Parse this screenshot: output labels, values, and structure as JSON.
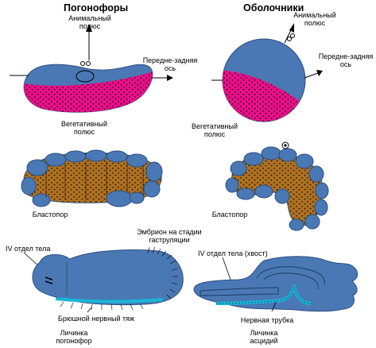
{
  "headers": {
    "left": "Погонофоры",
    "right": "Оболочники"
  },
  "labels": {
    "animal_pole_left": [
      "Анимальный",
      "полюс"
    ],
    "animal_pole_right": [
      "Анимальный",
      "полюс"
    ],
    "ap_axis_left": [
      "Передне-задняя",
      "ось"
    ],
    "ap_axis_right": [
      "Передне-задняя",
      "ось"
    ],
    "vegetal_pole_left": [
      "Вегетативный",
      "полюс"
    ],
    "vegetal_pole_right": [
      "Вегетативный",
      "полюс"
    ],
    "blastopore_left": "Бластопор",
    "blastopore_right": "Бластопор",
    "gastrula_embryo": [
      "Эмбрион на стадии",
      "гаструляции"
    ],
    "segment_iv_left": "IV отдел тела",
    "segment_iv_right": "IV отдел тела (хвост)",
    "ventral_cord": "Брюшной нервный тяж",
    "neural_tube": "Нервная трубка",
    "larva_left": [
      "Личинка",
      "погонофор"
    ],
    "larva_right": [
      "Личинка",
      "асцидий"
    ]
  },
  "colors": {
    "blue": "#4a78b4",
    "magenta": "#ee0d8a",
    "brown": "#b0711f",
    "cyan": "#19b6d8"
  }
}
